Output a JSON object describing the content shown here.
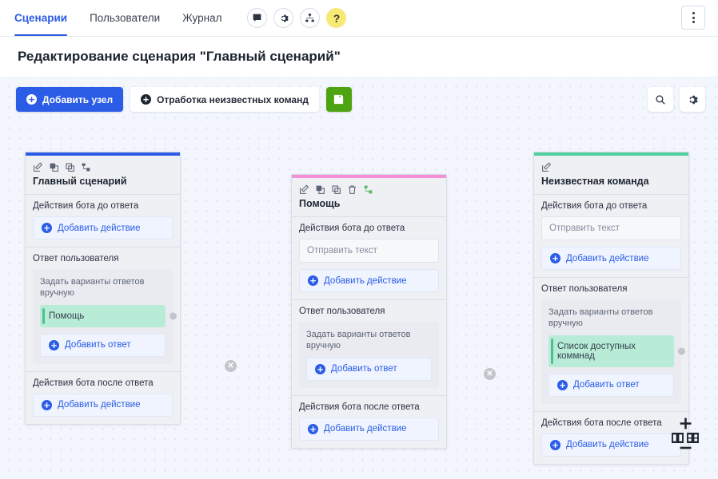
{
  "nav": {
    "tabs": [
      {
        "label": "Сценарии",
        "active": true
      },
      {
        "label": "Пользователи",
        "active": false
      },
      {
        "label": "Журнал",
        "active": false
      }
    ],
    "icons": [
      {
        "name": "chat-icon",
        "glyph": "chat"
      },
      {
        "name": "gear-icon",
        "glyph": "gear"
      },
      {
        "name": "sitemap-icon",
        "glyph": "sitemap"
      },
      {
        "name": "help-icon",
        "glyph": "?"
      }
    ],
    "kebab_label": "⋮"
  },
  "page": {
    "title": "Редактирование сценария \"Главный сценарий\""
  },
  "toolbar": {
    "add_node": "Добавить узел",
    "unknown_commands": "Отработка неизвестных команд",
    "save_title": "Сохранить",
    "search_title": "Поиск",
    "settings_title": "Настройки"
  },
  "colors": {
    "accent_blue": "#2b5ce6",
    "node1_accent": "#2b5ce6",
    "node2_accent": "#f48fd8",
    "node3_accent": "#4fcf9f",
    "save_green": "#4da310",
    "chip_green": "#b9ecd6",
    "help_yellow": "#f7e975"
  },
  "nodes": [
    {
      "id": "main",
      "title": "Главный сценарий",
      "accent": "#2b5ce6",
      "icons": [
        "edit-icon",
        "copy-icon",
        "duplicate-icon",
        "branch-icon"
      ],
      "before_label": "Действия бота до ответа",
      "before_field": null,
      "before_add": "Добавить действие",
      "answer_label": "Ответ пользователя",
      "answer_inner_label": "Задать варианты ответов вручную",
      "chips": [
        "Помощь"
      ],
      "answer_add": "Добавить ответ",
      "after_label": "Действия бота после ответа",
      "after_add": "Добавить действие"
    },
    {
      "id": "help",
      "title": "Помощь",
      "accent": "#f48fd8",
      "icons": [
        "edit-icon",
        "copy-icon",
        "duplicate-icon",
        "trash-icon",
        "branch-icon"
      ],
      "before_label": "Действия бота до ответа",
      "before_field": "Отправить текст",
      "before_add": "Добавить действие",
      "answer_label": "Ответ пользователя",
      "answer_inner_label": "Задать варианты ответов вручную",
      "chips": [],
      "answer_add": "Добавить ответ",
      "after_label": "Действия бота после ответа",
      "after_add": "Добавить действие"
    },
    {
      "id": "unknown",
      "title": "Неизвестная команда",
      "accent": "#4fcf9f",
      "icons": [
        "edit-icon"
      ],
      "before_label": "Действия бота до ответа",
      "before_field": "Отправить текст",
      "before_add": "Добавить действие",
      "answer_label": "Ответ пользователя",
      "answer_inner_label": "Задать варианты ответов вручную",
      "chips": [
        "Список доступных коммнад"
      ],
      "answer_add": "Добавить ответ",
      "after_label": "Действия бота после ответа",
      "after_add": "Добавить действие"
    }
  ],
  "edges": [
    {
      "name": "edge-main-to-help",
      "delete_glyph": "✕"
    },
    {
      "name": "edge-help-to-unknown",
      "delete_glyph": "✕"
    }
  ],
  "zoom_controls": {
    "zoom_in": "+",
    "zoom_out": "−",
    "fit_view": "fit-view-icon",
    "fit_selection": "fit-selection-icon"
  }
}
